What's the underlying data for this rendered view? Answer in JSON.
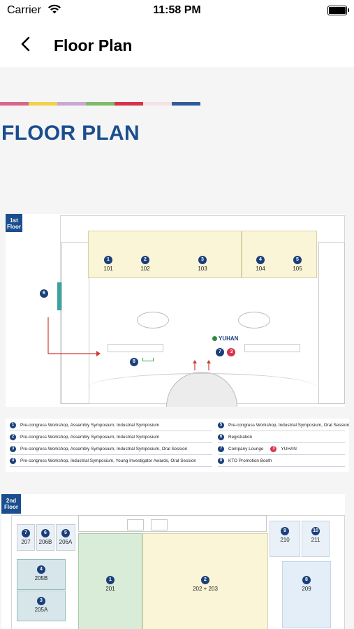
{
  "status_bar": {
    "carrier": "Carrier",
    "time": "11:58 PM"
  },
  "nav": {
    "title": "Floor Plan",
    "back_icon": "chevron-left-icon"
  },
  "page": {
    "heading": "FLOOR PLAN",
    "stripe_colors": [
      "#d9658a",
      "#f1d04a",
      "#c9a7d2",
      "#7dbb6a",
      "#d6334a",
      "#f3e3e6",
      "#2f5a9c"
    ]
  },
  "floor1": {
    "tag_line1": "1st",
    "tag_line2": "Floor",
    "rooms": [
      {
        "badge": "1",
        "number": "101"
      },
      {
        "badge": "2",
        "number": "102"
      },
      {
        "badge": "3",
        "number": "103"
      },
      {
        "badge": "4",
        "number": "104"
      },
      {
        "badge": "5",
        "number": "105"
      }
    ],
    "markers": {
      "registration_badge": "6",
      "booth_badge": "8",
      "lounge_badge": "7",
      "yuhan_badge": "3",
      "sponsor": "YUHAN"
    },
    "legend": [
      {
        "badge": "1",
        "text": "Pre-congress Workshop, Assembly Symposium, Industrial Symposium"
      },
      {
        "badge": "2",
        "text": "Pre-congress Workshop, Assembly Symposium, Industrial Symposium"
      },
      {
        "badge": "3",
        "text": "Pre-congress Workshop, Assembly Symposium, Industrial Symposium, Oral Session"
      },
      {
        "badge": "4",
        "text": "Pre-congress Workshop, Industrial Symposium, Young Investigator Awards, Oral Session"
      },
      {
        "badge": "5",
        "text": "Pre-congress Workshop, Industrial Symposium, Oral Session"
      },
      {
        "badge": "6",
        "text": "Registration"
      },
      {
        "badge": "7",
        "text": "Company Lounge",
        "extra_badge": "3",
        "extra_text": "YUHAN"
      },
      {
        "badge": "8",
        "text": "KTO Promotion Booth"
      }
    ]
  },
  "floor2": {
    "tag_line1": "2nd",
    "tag_line2": "Floor",
    "rooms": [
      {
        "badge": "7",
        "number": "207"
      },
      {
        "badge": "6",
        "number": "206B"
      },
      {
        "badge": "5",
        "number": "206A"
      },
      {
        "badge": "4",
        "number": "205B"
      },
      {
        "badge": "3",
        "number": "205A"
      },
      {
        "badge": "1",
        "number": "201"
      },
      {
        "badge": "2",
        "number": "202 + 203"
      },
      {
        "badge": "9",
        "number": "210"
      },
      {
        "badge": "10",
        "number": "211"
      },
      {
        "badge": "8",
        "number": "209"
      }
    ]
  }
}
